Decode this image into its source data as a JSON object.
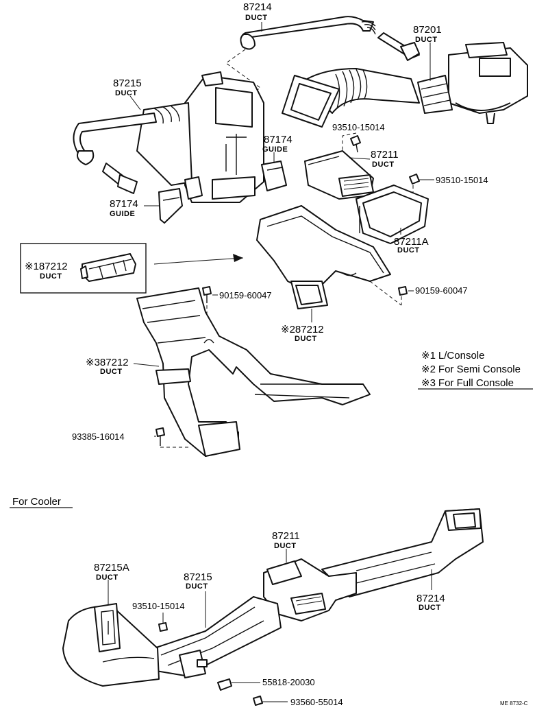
{
  "labels": {
    "duct_87214_top": {
      "number": "87214",
      "name": "DUCT"
    },
    "duct_87201": {
      "number": "87201",
      "name": "DUCT"
    },
    "duct_87215_top": {
      "number": "87215",
      "name": "DUCT"
    },
    "guide_87174_right": {
      "number": "87174",
      "name": "GUIDE"
    },
    "guide_87174_left": {
      "number": "87174",
      "name": "GUIDE"
    },
    "duct_87211_top": {
      "number": "87211",
      "name": "DUCT"
    },
    "duct_87211A": {
      "number": "87211A",
      "name": "DUCT"
    },
    "duct_87212_1": {
      "mark": "※1",
      "number": "87212",
      "name": "DUCT"
    },
    "duct_87212_2": {
      "mark": "※2",
      "number": "87212",
      "name": "DUCT"
    },
    "duct_87212_3": {
      "mark": "※3",
      "number": "87212",
      "name": "DUCT"
    },
    "duct_87211_bottom": {
      "number": "87211",
      "name": "DUCT"
    },
    "duct_87215A": {
      "number": "87215A",
      "name": "DUCT"
    },
    "duct_87215_bottom": {
      "number": "87215",
      "name": "DUCT"
    },
    "duct_87214_bottom": {
      "number": "87214",
      "name": "DUCT"
    }
  },
  "fasteners": {
    "screw_93510_a": "93510-15014",
    "screw_93510_b": "93510-15014",
    "screw_90159_a": "90159-60047",
    "screw_90159_b": "90159-60047",
    "screw_93385": "93385-16014",
    "screw_93510_c": "93510-15014",
    "clip_55818": "55818-20030",
    "screw_93560": "93560-55014"
  },
  "legend": [
    {
      "mark": "※1",
      "text": "L/Console"
    },
    {
      "mark": "※2",
      "text": "For Semi Console"
    },
    {
      "mark": "※3",
      "text": "For Full Console"
    }
  ],
  "section_title": "For Cooler",
  "drawing_code": "ME 8732-C"
}
